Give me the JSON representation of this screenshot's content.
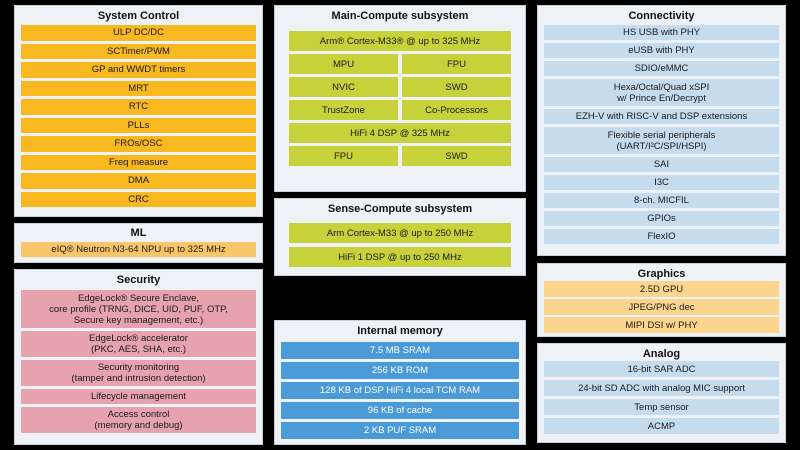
{
  "system_control": {
    "title": "System Control",
    "items": [
      "ULP DC/DC",
      "SCTimer/PWM",
      "GP and WWDT timers",
      "MRT",
      "RTC",
      "PLLs",
      "FROs/OSC",
      "Freq measure",
      "DMA",
      "CRC"
    ]
  },
  "ml": {
    "title": "ML",
    "items": [
      "eIQ® Neutron N3-64 NPU up to 325 MHz"
    ]
  },
  "security": {
    "title": "Security",
    "items": [
      "EdgeLock® Secure Enclave,\ncore profile (TRNG, DICE, UID, PUF, OTP,\nSecure key management, etc.)",
      "EdgeLock® accelerator\n(PKC, AES, SHA, etc.)",
      "Security monitoring\n(tamper and intrusion detection)",
      "Lifecycle management",
      "Access control\n(memory and debug)"
    ]
  },
  "main_compute": {
    "title": "Main-Compute subsystem",
    "core": "Arm® Cortex-M33® @ up to 325 MHz",
    "pairs1": [
      [
        "MPU",
        "FPU"
      ],
      [
        "NVIC",
        "SWD"
      ],
      [
        "TrustZone",
        "Co-Processors"
      ]
    ],
    "dsp": "HiFi 4 DSP @ 325 MHz",
    "pairs2": [
      [
        "FPU",
        "SWD"
      ]
    ]
  },
  "sense_compute": {
    "title": "Sense-Compute subsystem",
    "items": [
      "Arm Cortex-M33 @ up to 250 MHz",
      "HiFi 1 DSP @ up to 250 MHz"
    ]
  },
  "internal_memory": {
    "title": "Internal memory",
    "items": [
      "7.5 MB SRAM",
      "256 KB ROM",
      "128 KB of DSP HiFi 4 local TCM RAM",
      "96 KB of cache",
      "2 KB PUF SRAM"
    ]
  },
  "connectivity": {
    "title": "Connectivity",
    "items": [
      "HS USB with PHY",
      "eUSB with PHY",
      "SDIO/eMMC",
      "Hexa/Octal/Quad xSPI\nw/ Prince En/Decrypt",
      "EZH-V with RISC-V and DSP extensions",
      "Flexible serial peripherals\n(UART/I²C/SPI/HSPI)",
      "SAI",
      "I3C",
      "8-ch. MICFIL",
      "GPIOs",
      "FlexIO"
    ]
  },
  "graphics": {
    "title": "Graphics",
    "items": [
      "2.5D GPU",
      "JPEG/PNG dec",
      "MIPI DSI w/ PHY"
    ]
  },
  "analog": {
    "title": "Analog",
    "items": [
      "16-bit SAR ADC",
      "24-bit SD ADC with analog MIC support",
      "Temp sensor",
      "ACMP"
    ]
  }
}
